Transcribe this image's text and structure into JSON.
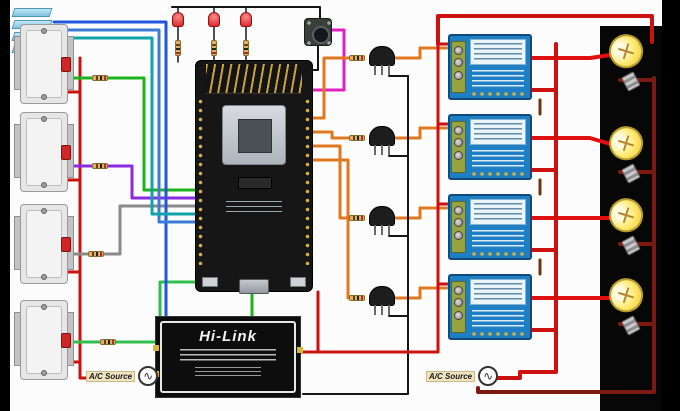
{
  "labels": {
    "power_module_brand": "Hi-Link",
    "ac_source_left": "A/C Source",
    "ac_source_right": "A/C Source",
    "ac_wave_symbol": "∿"
  },
  "colors": {
    "wire_red": "#cc1111",
    "wire_bright_red": "#e01010",
    "wire_black": "#161616",
    "wire_green": "#1db31d",
    "wire_green_alt": "#2fbf4f",
    "wire_blue": "#2255dd",
    "wire_blue_alt": "#3a7bd5",
    "wire_teal": "#12a3a8",
    "wire_purple": "#8a2be2",
    "wire_gray": "#8a8a8a",
    "wire_orange": "#e07820",
    "wire_magenta": "#e020c0",
    "wire_brown": "#6b3310",
    "wire_maroon": "#7a1a10",
    "relay_body": "#1f7fc4",
    "bulb_glass": "#ffe96a",
    "led_red": "#d42020"
  }
}
